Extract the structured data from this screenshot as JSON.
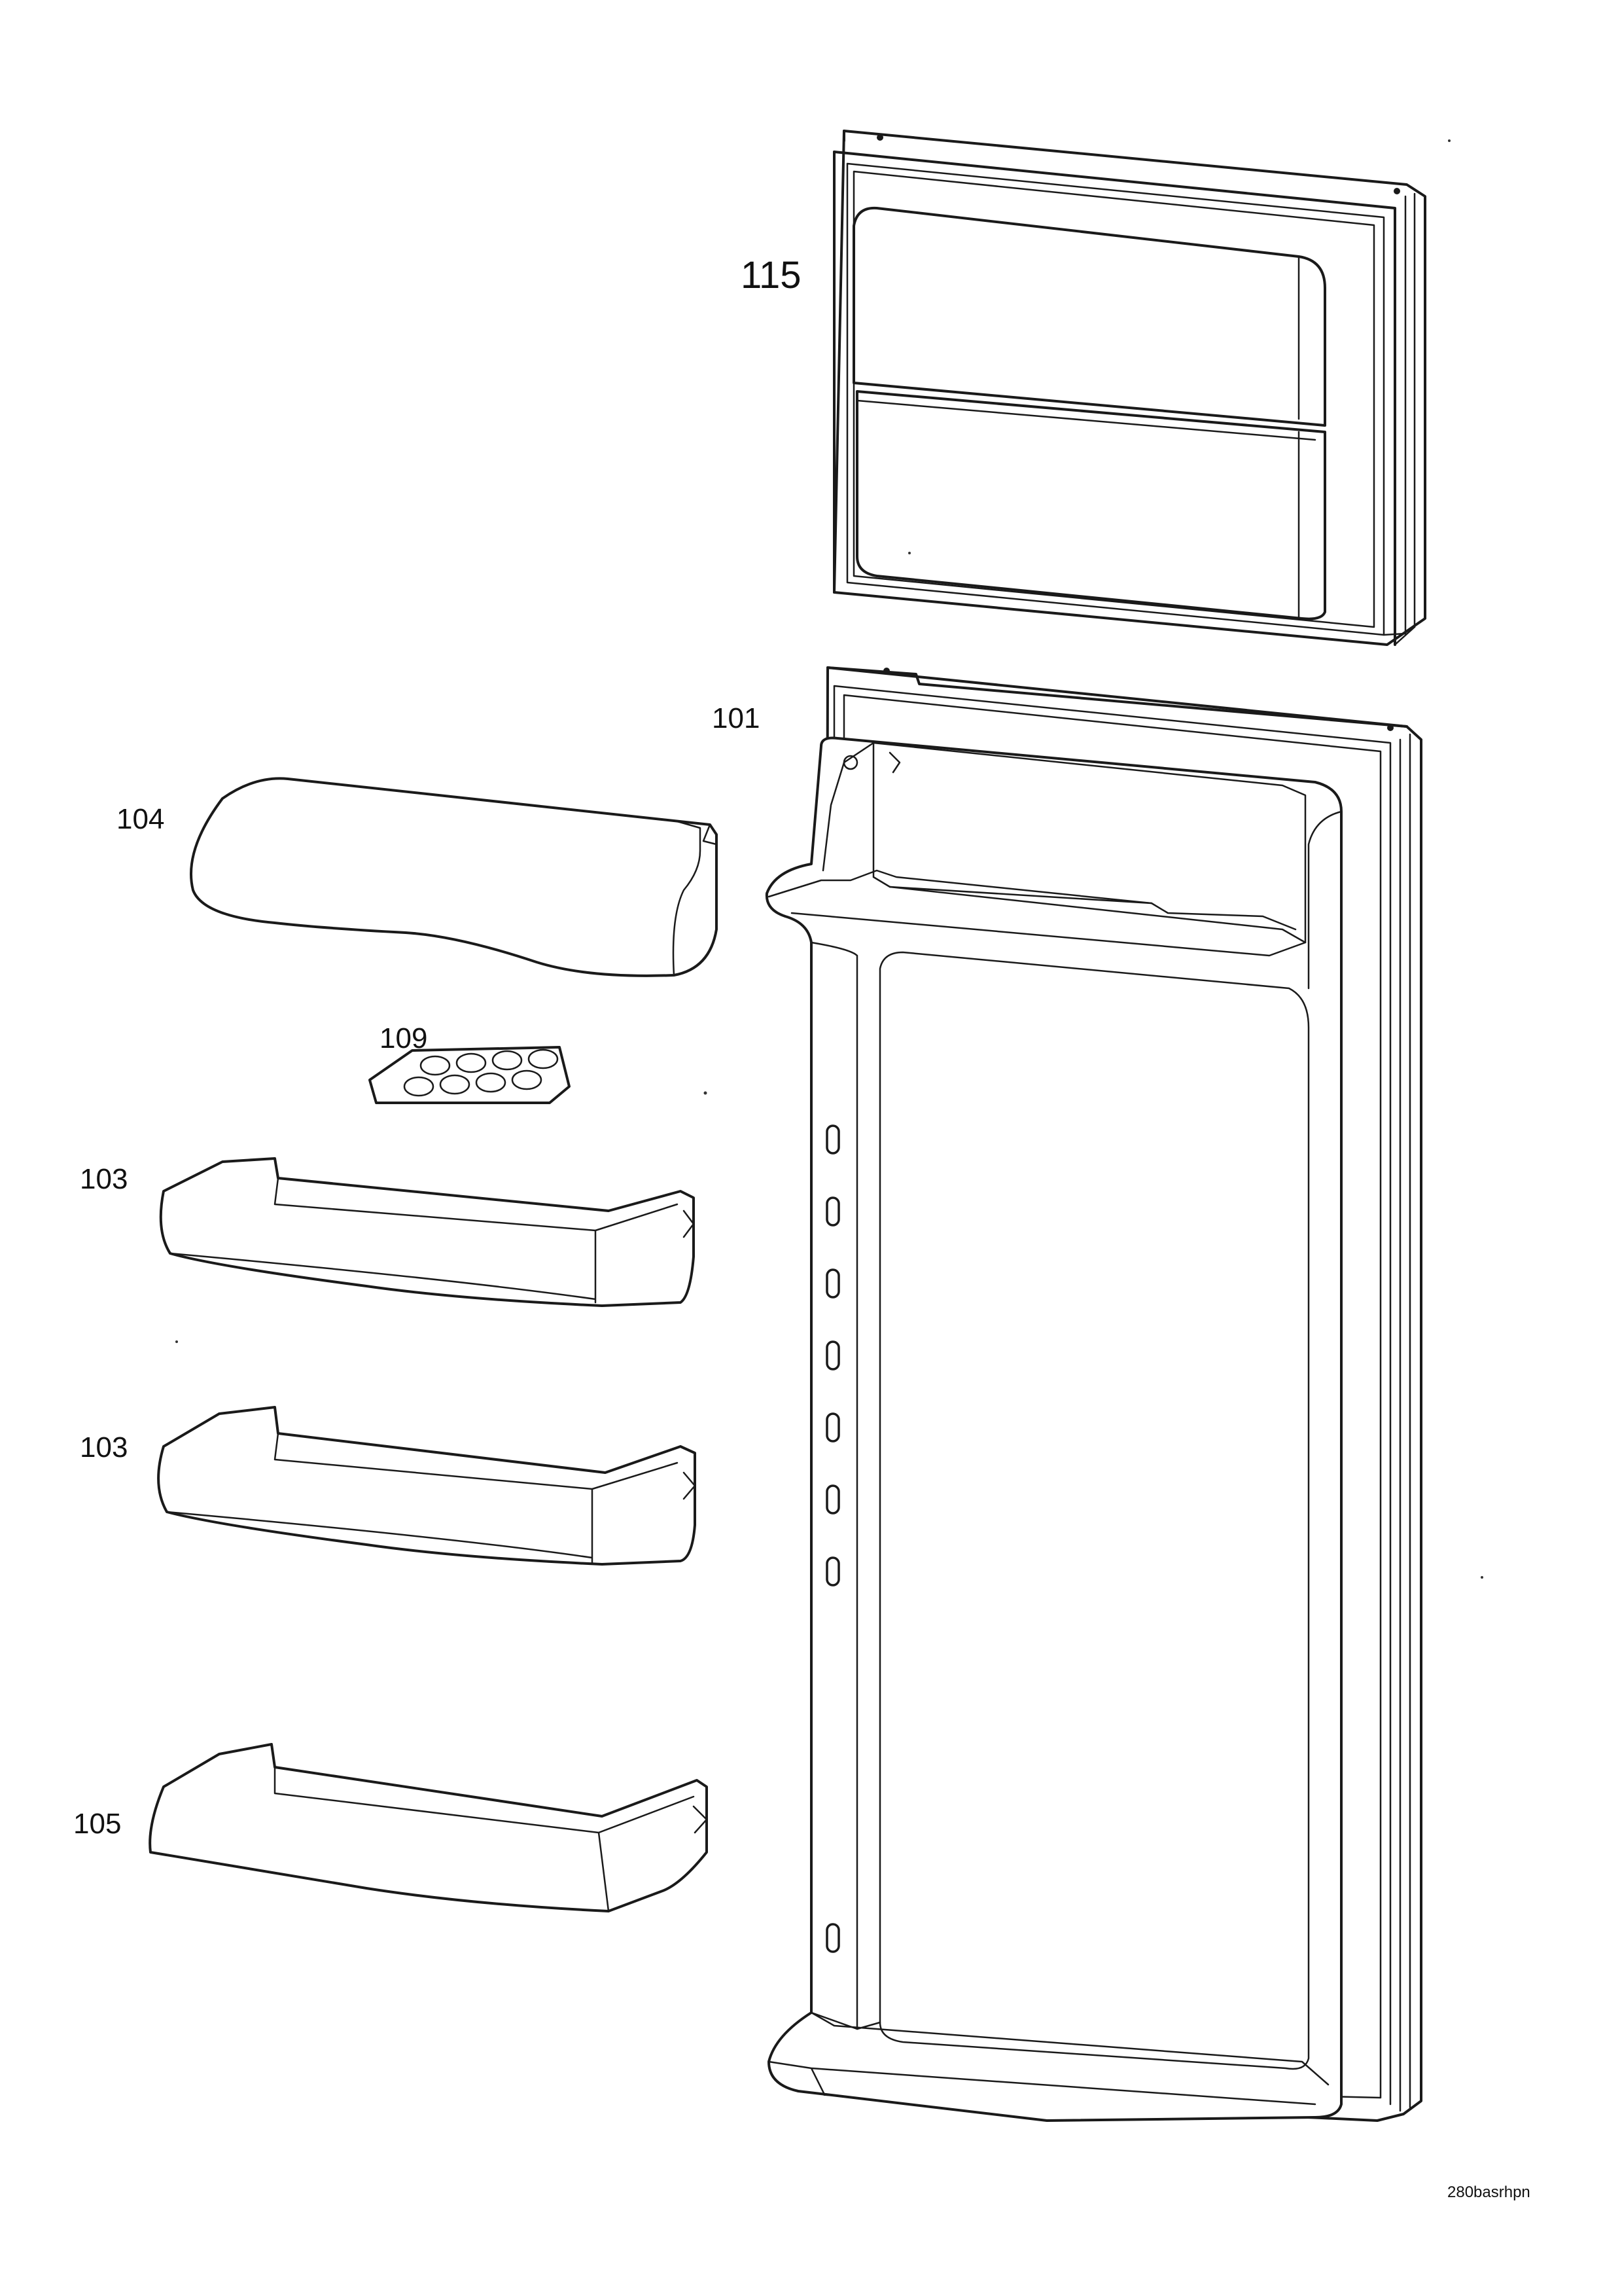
{
  "labels": {
    "p115": "115",
    "p101": "101",
    "p104": "104",
    "p109": "109",
    "p103a": "103",
    "p103b": "103",
    "p105": "105"
  },
  "drawing_code": "280basrhpn"
}
